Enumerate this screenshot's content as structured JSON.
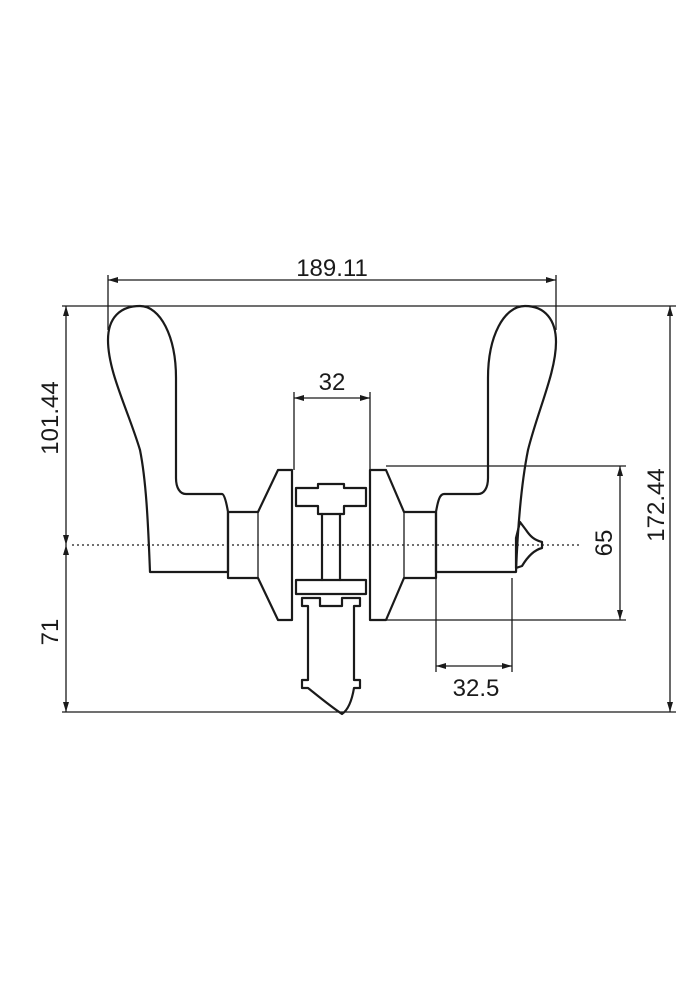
{
  "dimensions": {
    "overall_width": "189.11",
    "upper_height": "101.44",
    "lower_height": "71",
    "overall_height": "172.44",
    "rose_height": "65",
    "door_thickness": "32",
    "rose_depth": "32.5"
  },
  "colors": {
    "line": "#1a1a1a",
    "background": "#ffffff"
  }
}
